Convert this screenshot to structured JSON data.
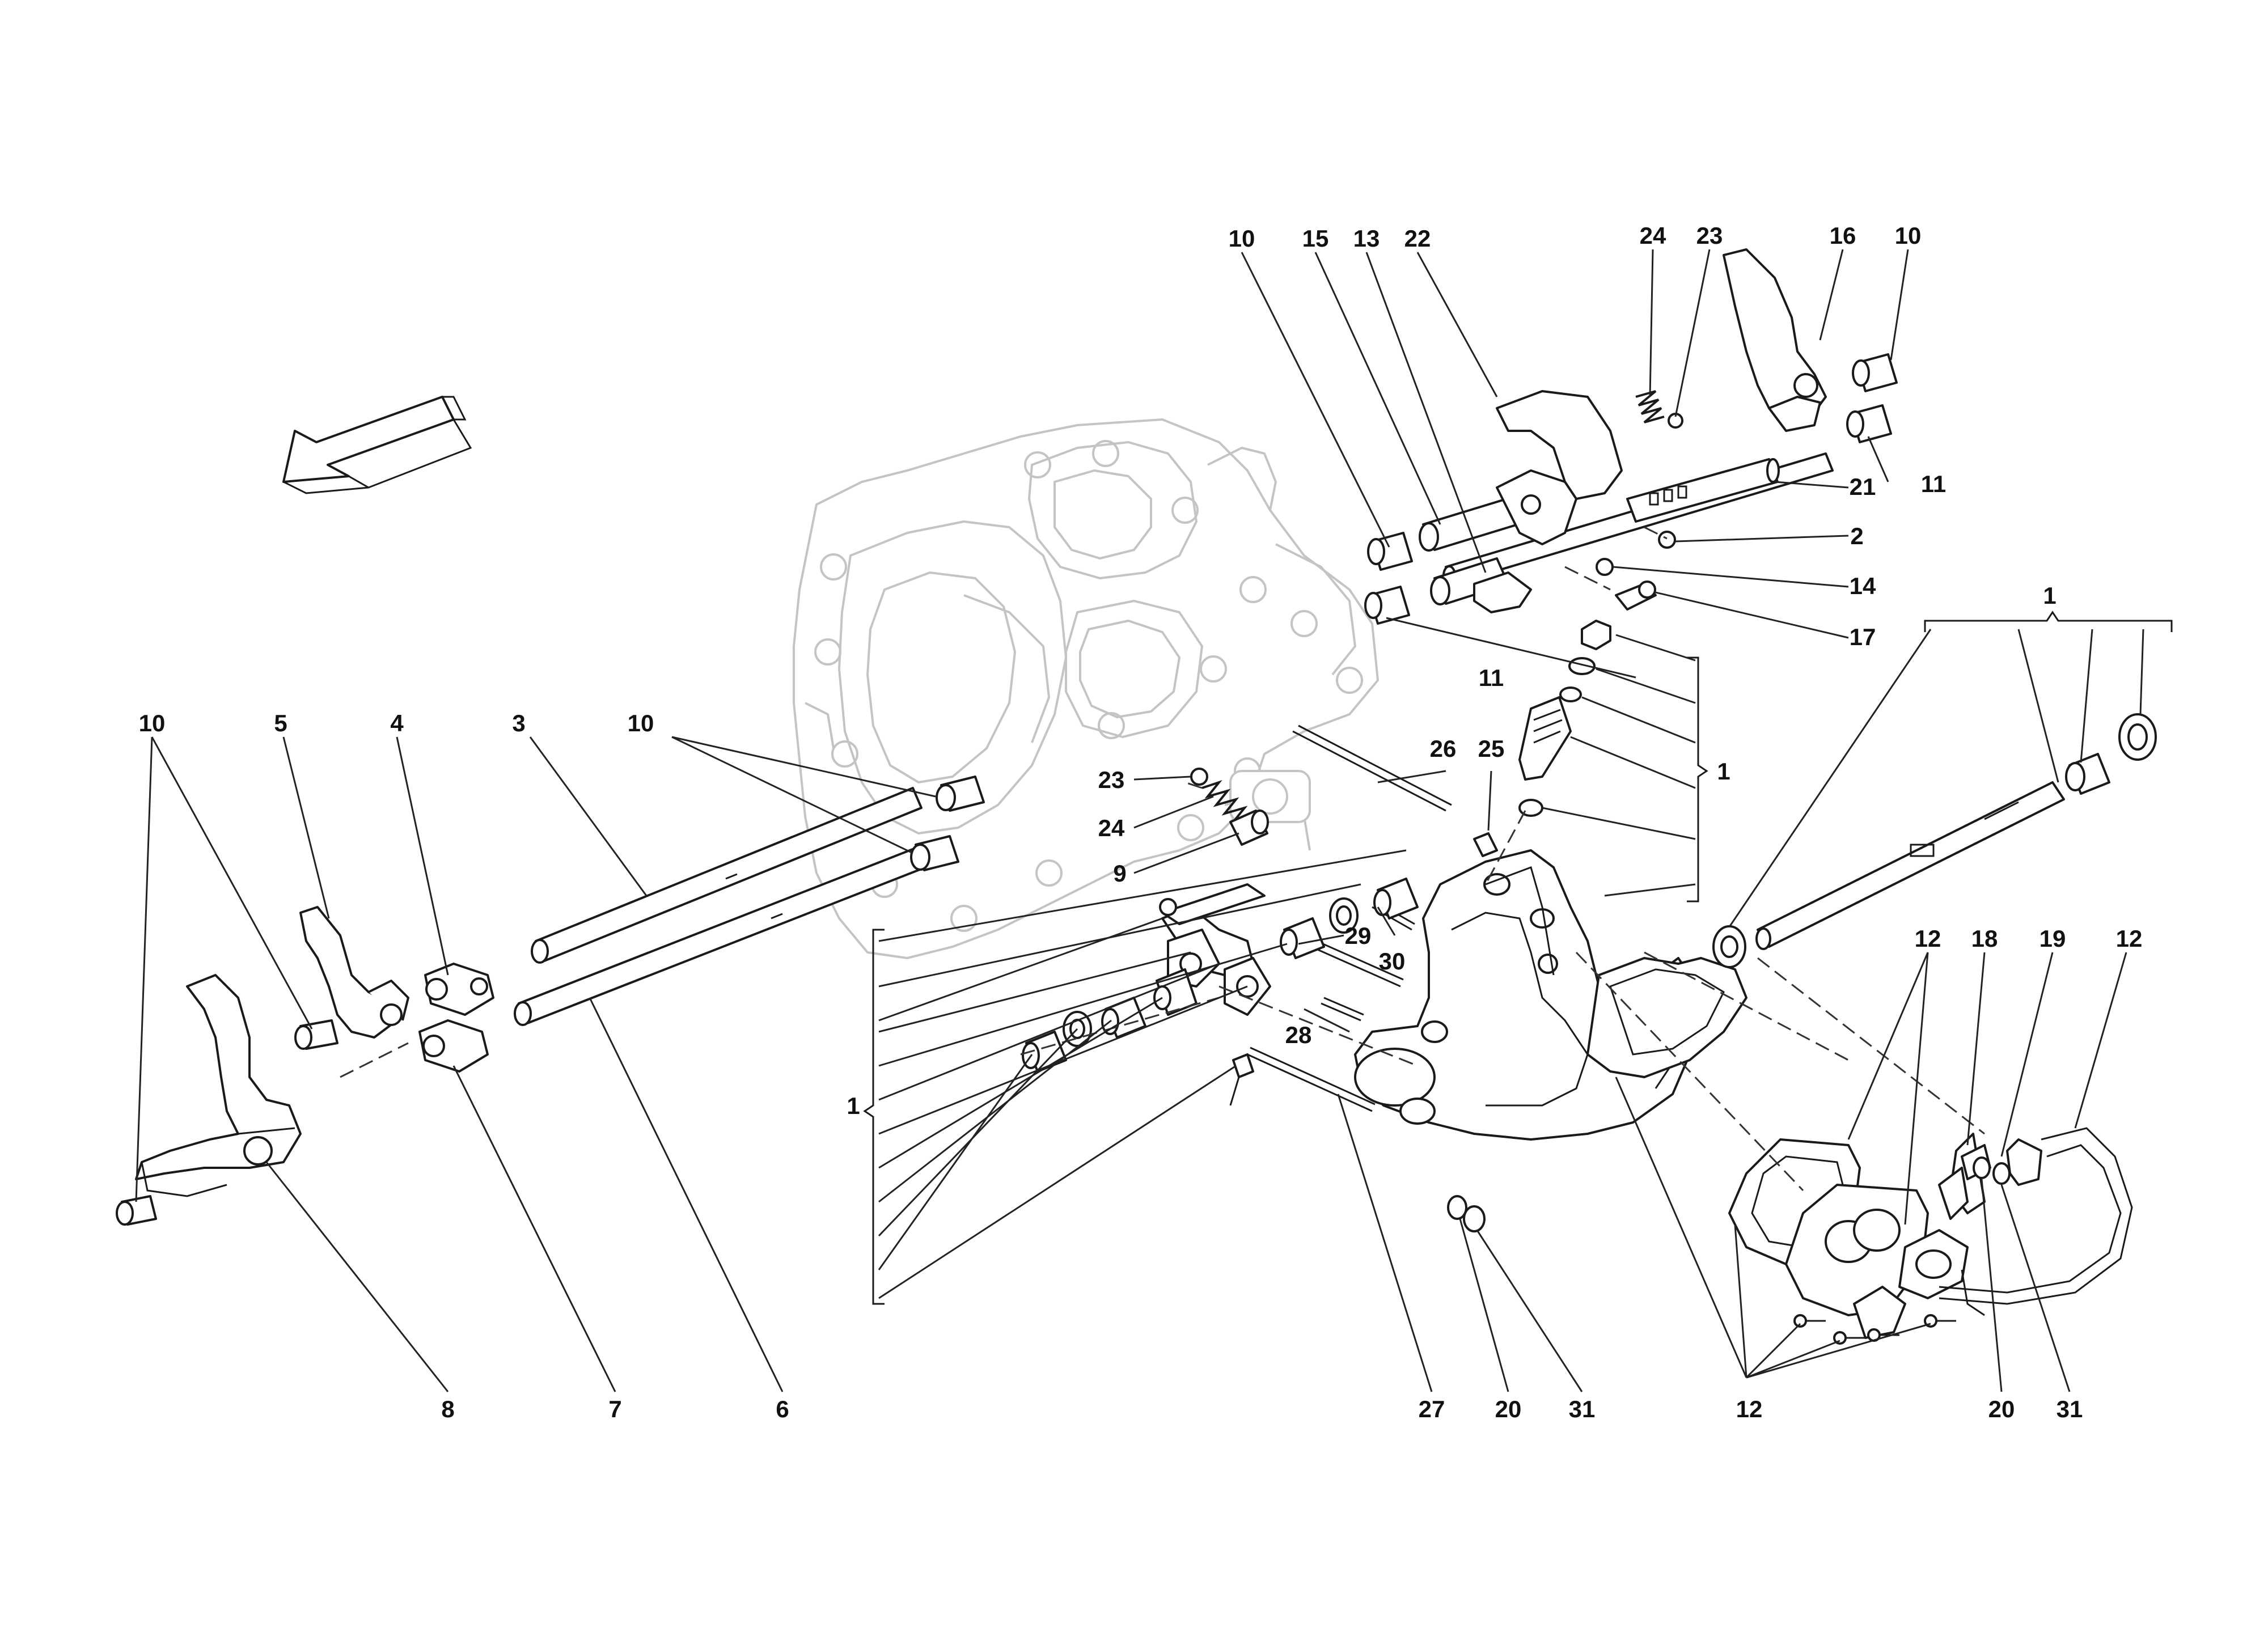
{
  "labels": {
    "10_top_left": "10",
    "15": "15",
    "13": "13",
    "22": "22",
    "24_top": "24",
    "23_top": "23",
    "16": "16",
    "10_top_right": "10",
    "11_top_right": "11",
    "21": "21",
    "2": "2",
    "14": "14",
    "17": "17",
    "11_mid": "11",
    "1_right_top": "1",
    "1_right_mid": "1",
    "26": "26",
    "25": "25",
    "23_mid": "23",
    "24_mid": "24",
    "9": "9",
    "29": "29",
    "30": "30",
    "28": "28",
    "10_left": "10",
    "5": "5",
    "4": "4",
    "3": "3",
    "10_center": "10",
    "1_left": "1",
    "12_top_left": "12",
    "18": "18",
    "19": "19",
    "12_top_right": "12",
    "8": "8",
    "7": "7",
    "6": "6",
    "27": "27",
    "20_bottom_left": "20",
    "31_bottom_left": "31",
    "12_bottom": "12",
    "20_bottom_right": "20",
    "31_bottom_right": "31"
  },
  "direction_arrow": "arrow-icon",
  "colors": {
    "line": "#1a1a1a",
    "ghost": "#c4c4c4",
    "background": "#ffffff"
  }
}
